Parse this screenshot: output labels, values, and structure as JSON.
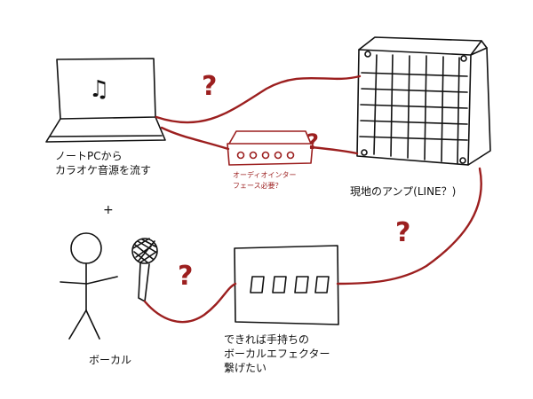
{
  "labels": {
    "laptop_line1": "ノートPCから",
    "laptop_line2": "カラオケ音源を流す",
    "plus": "+",
    "amp": "現地のアンプ(LINE？)",
    "vocal": "ボーカル",
    "effector_line1": "できれば手持ちの",
    "effector_line2": "ボーカルエフェクター",
    "effector_line3": "繋げたい",
    "interface_line1": "オーディオインター",
    "interface_line2": "フェース必要？"
  },
  "question_marks": {
    "q1": "?",
    "q2": "?",
    "q3": "?",
    "q4": "?"
  },
  "icons": {
    "laptop_screen_glyph": "♫"
  },
  "colors": {
    "ink": "#111111",
    "cable": "#9c1f1f",
    "background": "#ffffff"
  }
}
